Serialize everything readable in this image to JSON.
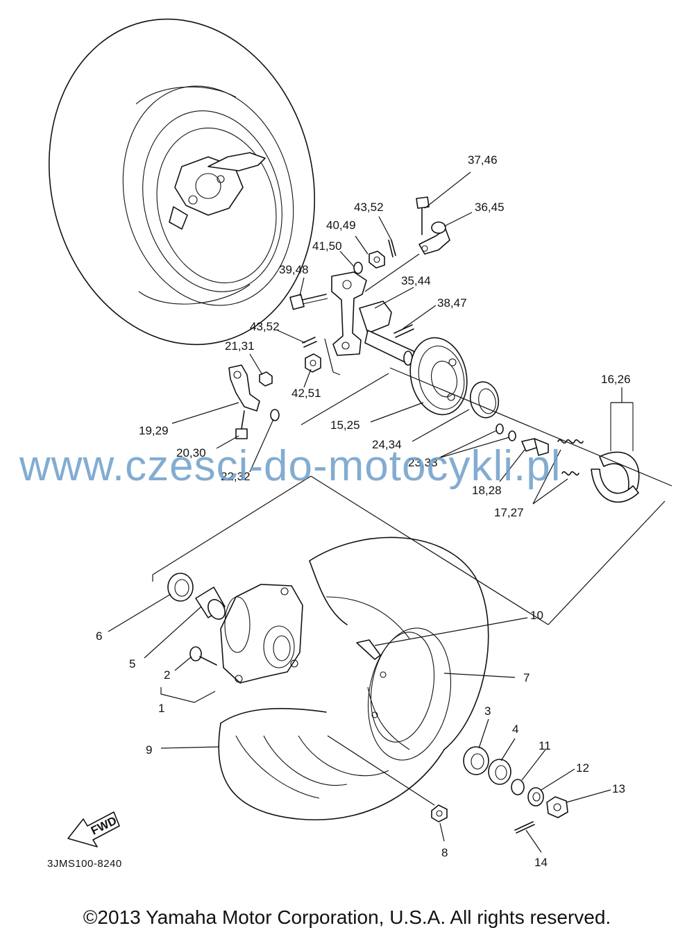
{
  "watermark": "www.czesci-do-motocykli.pl",
  "diagram_code": "3JMS100-8240",
  "fwd_label": "FWD",
  "copyright": "©2013 Yamaha Motor Corporation, U.S.A. All rights reserved.",
  "callouts": {
    "c37_46": "37,46",
    "c36_45": "36,45",
    "c43_52a": "43,52",
    "c40_49": "40,49",
    "c41_50": "41,50",
    "c39_48": "39,48",
    "c35_44": "35,44",
    "c38_47": "38,47",
    "c43_52b": "43,52",
    "c21_31": "21,31",
    "c42_51": "42,51",
    "c19_29": "19,29",
    "c20_30": "20,30",
    "c22_32": "22,32",
    "c15_25": "15,25",
    "c24_34": "24,34",
    "c23_33": "23,33",
    "c18_28": "18,28",
    "c17_27": "17,27",
    "c16_26": "16,26",
    "c10": "10",
    "c7": "7",
    "c6": "6",
    "c5": "5",
    "c2": "2",
    "c1": "1",
    "c9": "9",
    "c3": "3",
    "c4": "4",
    "c11": "11",
    "c12": "12",
    "c13": "13",
    "c8": "8",
    "c14": "14"
  }
}
